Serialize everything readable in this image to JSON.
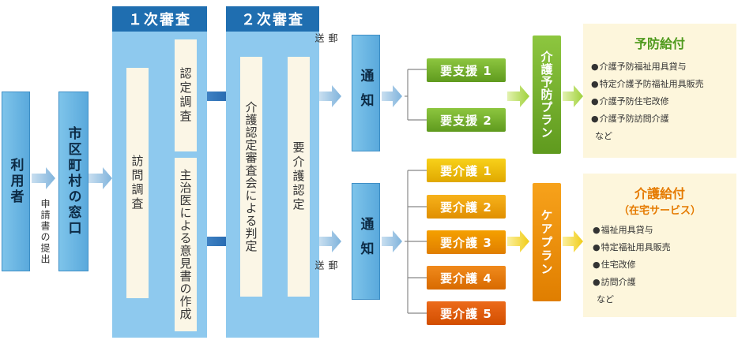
{
  "user": "利用者",
  "submit_label": "申請書の提出",
  "window": "市区町村の窓口",
  "stage1": {
    "title": "１次審査",
    "visit": "訪問調査",
    "cert": "認定調査",
    "doctor": "主治医による意見書の作成"
  },
  "stage2": {
    "title": "２次審査",
    "committee": "介護認定審査会による判定",
    "result": "要介護認定"
  },
  "mail_top": "郵送",
  "mail_bottom": "郵送",
  "notice_top": "通知",
  "notice_bottom": "通知",
  "support": [
    "要支援 1",
    "要支援 2"
  ],
  "care": [
    "要介護 1",
    "要介護 2",
    "要介護 3",
    "要介護 4",
    "要介護 5"
  ],
  "prevention_plan": "介護予防プラン",
  "care_plan": "ケアプラン",
  "prevention_benefit": {
    "title": "予防給付",
    "items": [
      "介護予防福祉用具貸与",
      "特定介護予防福祉用具販売",
      "介護予防住宅改修",
      "介護予防訪問介護"
    ],
    "etc": "など"
  },
  "care_benefit": {
    "title": "介護給付",
    "subtitle": "（在宅サービス）",
    "items": [
      "福祉用具貸与",
      "特定福祉用具販売",
      "住宅改修",
      "訪問介護"
    ],
    "etc": "など"
  },
  "colors": {
    "blue": "#5aa9dc",
    "dark_blue": "#1f6eb0",
    "green": "#6aa82a",
    "orange": "#e58a00",
    "benefit_green": "#4f9a1d",
    "benefit_orange": "#e57a00"
  }
}
